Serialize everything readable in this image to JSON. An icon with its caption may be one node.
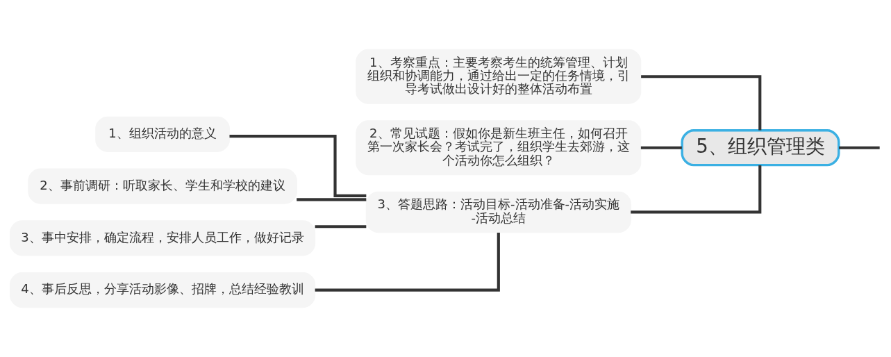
{
  "diagram": {
    "nodes": [
      {
        "text": [
          "5、组织管理类"
        ]
      },
      {
        "text": [
          "1、考察重点：主要考察考生的统筹管理、计划组织和协调能力，通过给出一定的任务情境，引导考试做出设计好的整体活动布置"
        ]
      },
      {
        "text": [
          "2、常见试题：假如你是新生班主任，如何召开第一次家长会？考试完了，组织学生去郊游，这个活动你怎么组织？"
        ]
      },
      {
        "text": [
          "3、答题思路：活动目标-活动准备-活动实施-活动总结"
        ]
      },
      {
        "text": [
          "1、组织活动的意义"
        ]
      },
      {
        "text": [
          "2、事前调研：听取家长、学生和学校的建议"
        ]
      },
      {
        "text": [
          "3、事中安排，确定流程，安排人员工作，做好记录"
        ]
      },
      {
        "text": [
          "4、事后反思，分享活动影像、招牌，总结经验教训"
        ]
      }
    ],
    "edges": [
      {
        "from": null,
        "to": 0,
        "arrow": "none"
      },
      {
        "from": 0,
        "to": 1,
        "arrow": "none"
      },
      {
        "from": 0,
        "to": 2,
        "arrow": "none"
      },
      {
        "from": 0,
        "to": 3,
        "arrow": "none"
      },
      {
        "from": 3,
        "to": 4,
        "arrow": "none"
      },
      {
        "from": 3,
        "to": 5,
        "arrow": "none"
      },
      {
        "from": 3,
        "to": 6,
        "arrow": "none"
      },
      {
        "from": 3,
        "to": 7,
        "arrow": "none"
      }
    ]
  }
}
